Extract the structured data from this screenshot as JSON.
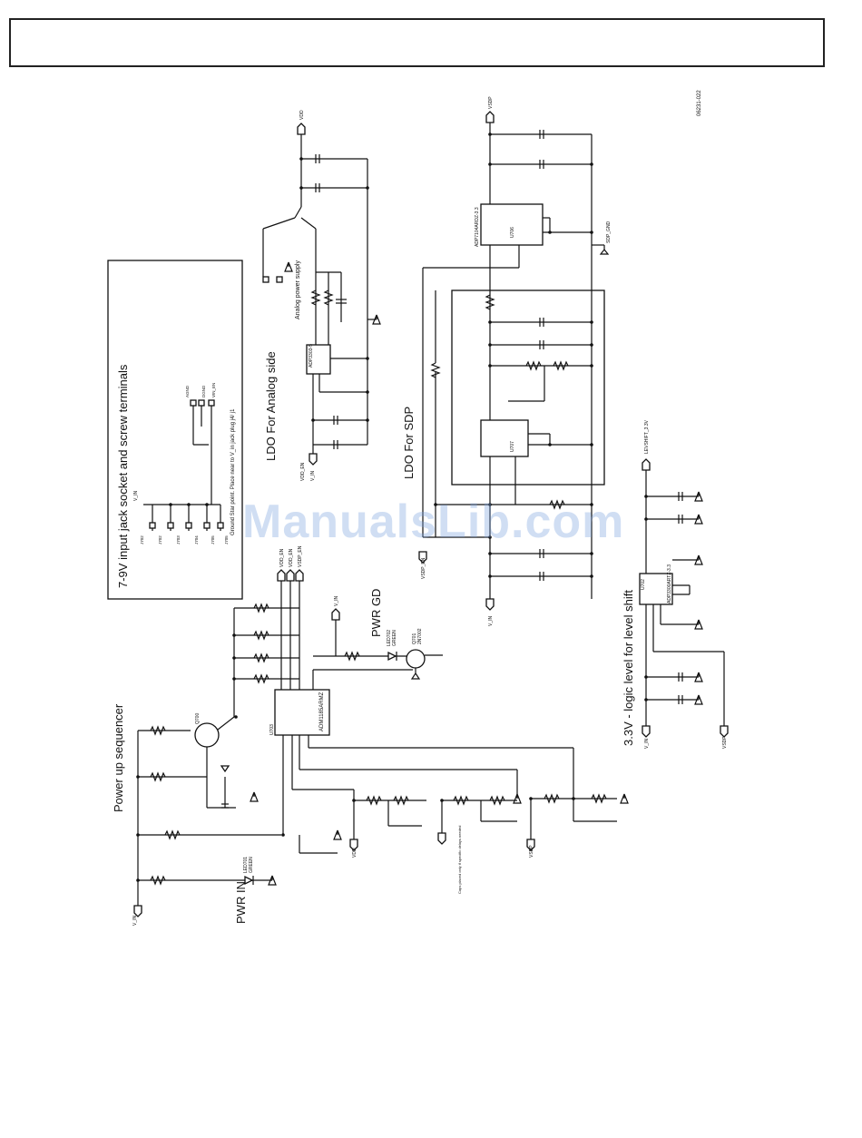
{
  "figure_id": "06231-022",
  "sections": {
    "jack": "7-9V input jack socket and screw terminals",
    "ground_note": "Ground Star point. Place near to V_in jack plug j4/ j1",
    "sequencer": "Power up sequencer",
    "pwr_gd": "PWR GD",
    "pwr_in": "PWR IN",
    "ldo_analog": "LDO For Analog side",
    "analog_supply": "Analog power supply",
    "ldo_sdp": "LDO For SDP",
    "level_shift": "3.3V - logic level for level shift"
  },
  "parts": {
    "adm": "ADM1185ARMZ",
    "u703": "U703",
    "q700": "Q700",
    "q701": "Q701",
    "q701_type": "2N7002",
    "led702": "LED702",
    "led701": "LED701",
    "led_color": "GREEN",
    "adp_analog": "ADP3303-5",
    "adp_sdp": "ADP7104ARDZ-3.3",
    "u706": "U706",
    "u707": "U707",
    "adp_logic": "ADP3300ARTZ-3.3",
    "u702": "U702",
    "cap_note": "Caps placed only if specific delays needed"
  },
  "nets": {
    "v_in": "V_IN",
    "vdd": "VDD",
    "vsdp": "VSDP",
    "vsdp_en": "VSDP_EN",
    "vdd_en": "VDD_EN",
    "vdd_en_a": "VDD_EN",
    "vin_en": "VIN_EN",
    "vsdp_en_b": "VSDP_EN",
    "agnd": "AGND",
    "dgnd": "DGND",
    "sdp_gnd": "SDP_GND",
    "levshift": "LEVSHIFT_3.3V"
  },
  "connectors": [
    "J702",
    "J702",
    "J703",
    "J704",
    "J705",
    "J705"
  ],
  "colors": {
    "line": "#111111",
    "watermark": "#7ea2dc"
  },
  "watermark": "ManualsLib.com"
}
